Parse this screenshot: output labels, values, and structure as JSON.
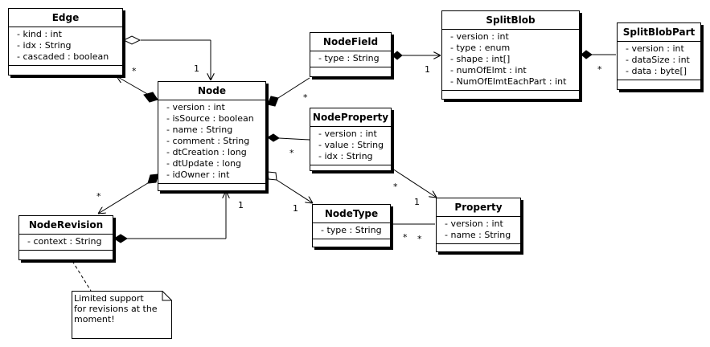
{
  "classes": {
    "edge": {
      "name": "Edge",
      "attrs": [
        "- kind : int",
        "- idx : String",
        "- cascaded : boolean"
      ]
    },
    "node": {
      "name": "Node",
      "attrs": [
        "- version : int",
        "- isSource : boolean",
        "- name : String",
        "- comment : String",
        "- dtCreation : long",
        "- dtUpdate : long",
        "- idOwner : int"
      ]
    },
    "node_field": {
      "name": "NodeField",
      "attrs": [
        "- type : String"
      ]
    },
    "split_blob": {
      "name": "SplitBlob",
      "attrs": [
        "- version : int",
        "- type : enum",
        "- shape : int[]",
        "- numOfElmt : int",
        "- NumOfElmtEachPart : int"
      ]
    },
    "split_blob_part": {
      "name": "SplitBlobPart",
      "attrs": [
        "- version : int",
        "- dataSize : int",
        "- data : byte[]"
      ]
    },
    "node_property": {
      "name": "NodeProperty",
      "attrs": [
        "- version : int",
        "- value : String",
        "- idx : String"
      ]
    },
    "property": {
      "name": "Property",
      "attrs": [
        "- version : int",
        "- name : String"
      ]
    },
    "node_type": {
      "name": "NodeType",
      "attrs": [
        "- type : String"
      ]
    },
    "node_revision": {
      "name": "NodeRevision",
      "attrs": [
        "- context : String"
      ]
    }
  },
  "multiplicities": {
    "edge_node_one": "1",
    "edge_node_many": "*",
    "nodefield_many": "*",
    "splitblob_one": "1",
    "splitblobpart_many": "*",
    "nodeproperty_many": "*",
    "property_one": "1",
    "nodeproperty_side_many": "*",
    "noderevision_many": "*",
    "noderevision_node_one": "1",
    "nodetype_one": "1",
    "nodetype_property_many_a": "*",
    "nodetype_property_many_b": "*"
  },
  "note": {
    "lines": [
      "Limited support",
      "for revisions at the",
      "moment!"
    ]
  }
}
